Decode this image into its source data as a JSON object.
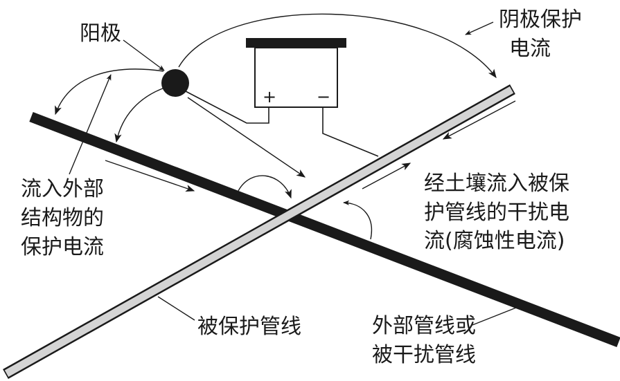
{
  "diagram": {
    "labels": {
      "anode": "阳极",
      "cathodic_current_line1": "阴极保护",
      "cathodic_current_line2": "电流",
      "stray_in_line1": "流入外部",
      "stray_in_line2": "结构物的",
      "stray_in_line3": "保护电流",
      "interference_line1": "经土壤流入被保",
      "interference_line2": "护管线的干扰电",
      "interference_line3": "流(腐蚀性电流)",
      "protected_pipe": "被保护管线",
      "foreign_pipe_line1": "外部管线或",
      "foreign_pipe_line2": "被干扰管线"
    },
    "rectifier": {
      "plus": "+",
      "minus": "−"
    }
  },
  "colors": {
    "ink": "#1a1a1a",
    "protected_pipe_fill": "#d4d4d4",
    "background": "#ffffff"
  }
}
